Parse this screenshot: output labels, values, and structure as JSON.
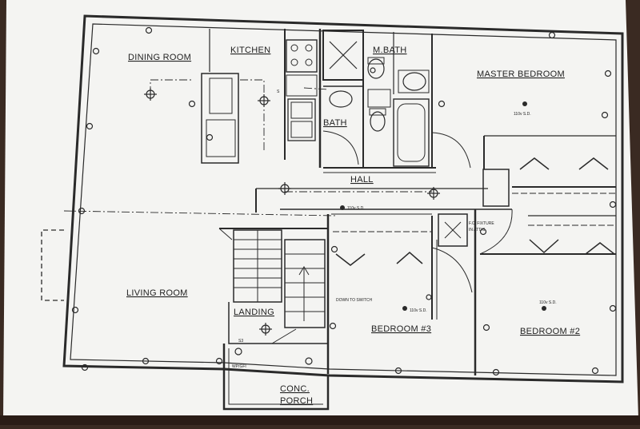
{
  "rooms": {
    "dining": "DINING ROOM",
    "kitchen": "KITCHEN",
    "mbath": "M.BATH",
    "master": "MASTER BEDROOM",
    "bath": "BATH",
    "hall": "HALL",
    "living": "LIVING ROOM",
    "landing": "LANDING",
    "bed3": "BEDROOM #3",
    "bed2": "BEDROOM #2",
    "porch_line1": "CONC.",
    "porch_line2": "PORCH"
  },
  "notes": {
    "outlet_master": "110v S.D.",
    "outlet_hall": "110v S.D.",
    "outlet_bed3": "110v S.D.",
    "outlet_bed2": "110v S.D.",
    "fixture_line1": "F.C. FIXTURE",
    "fixture_line2": "IN ATTIC",
    "down_switch": "DOWN TO SWITCH",
    "wp_gfi": "WP/GFI",
    "switch_s3": "S3",
    "switch_s": "S"
  },
  "colors": {
    "paper": "#f4f4f2",
    "ink": "#2a2a2a",
    "background": "#3a2a22"
  }
}
